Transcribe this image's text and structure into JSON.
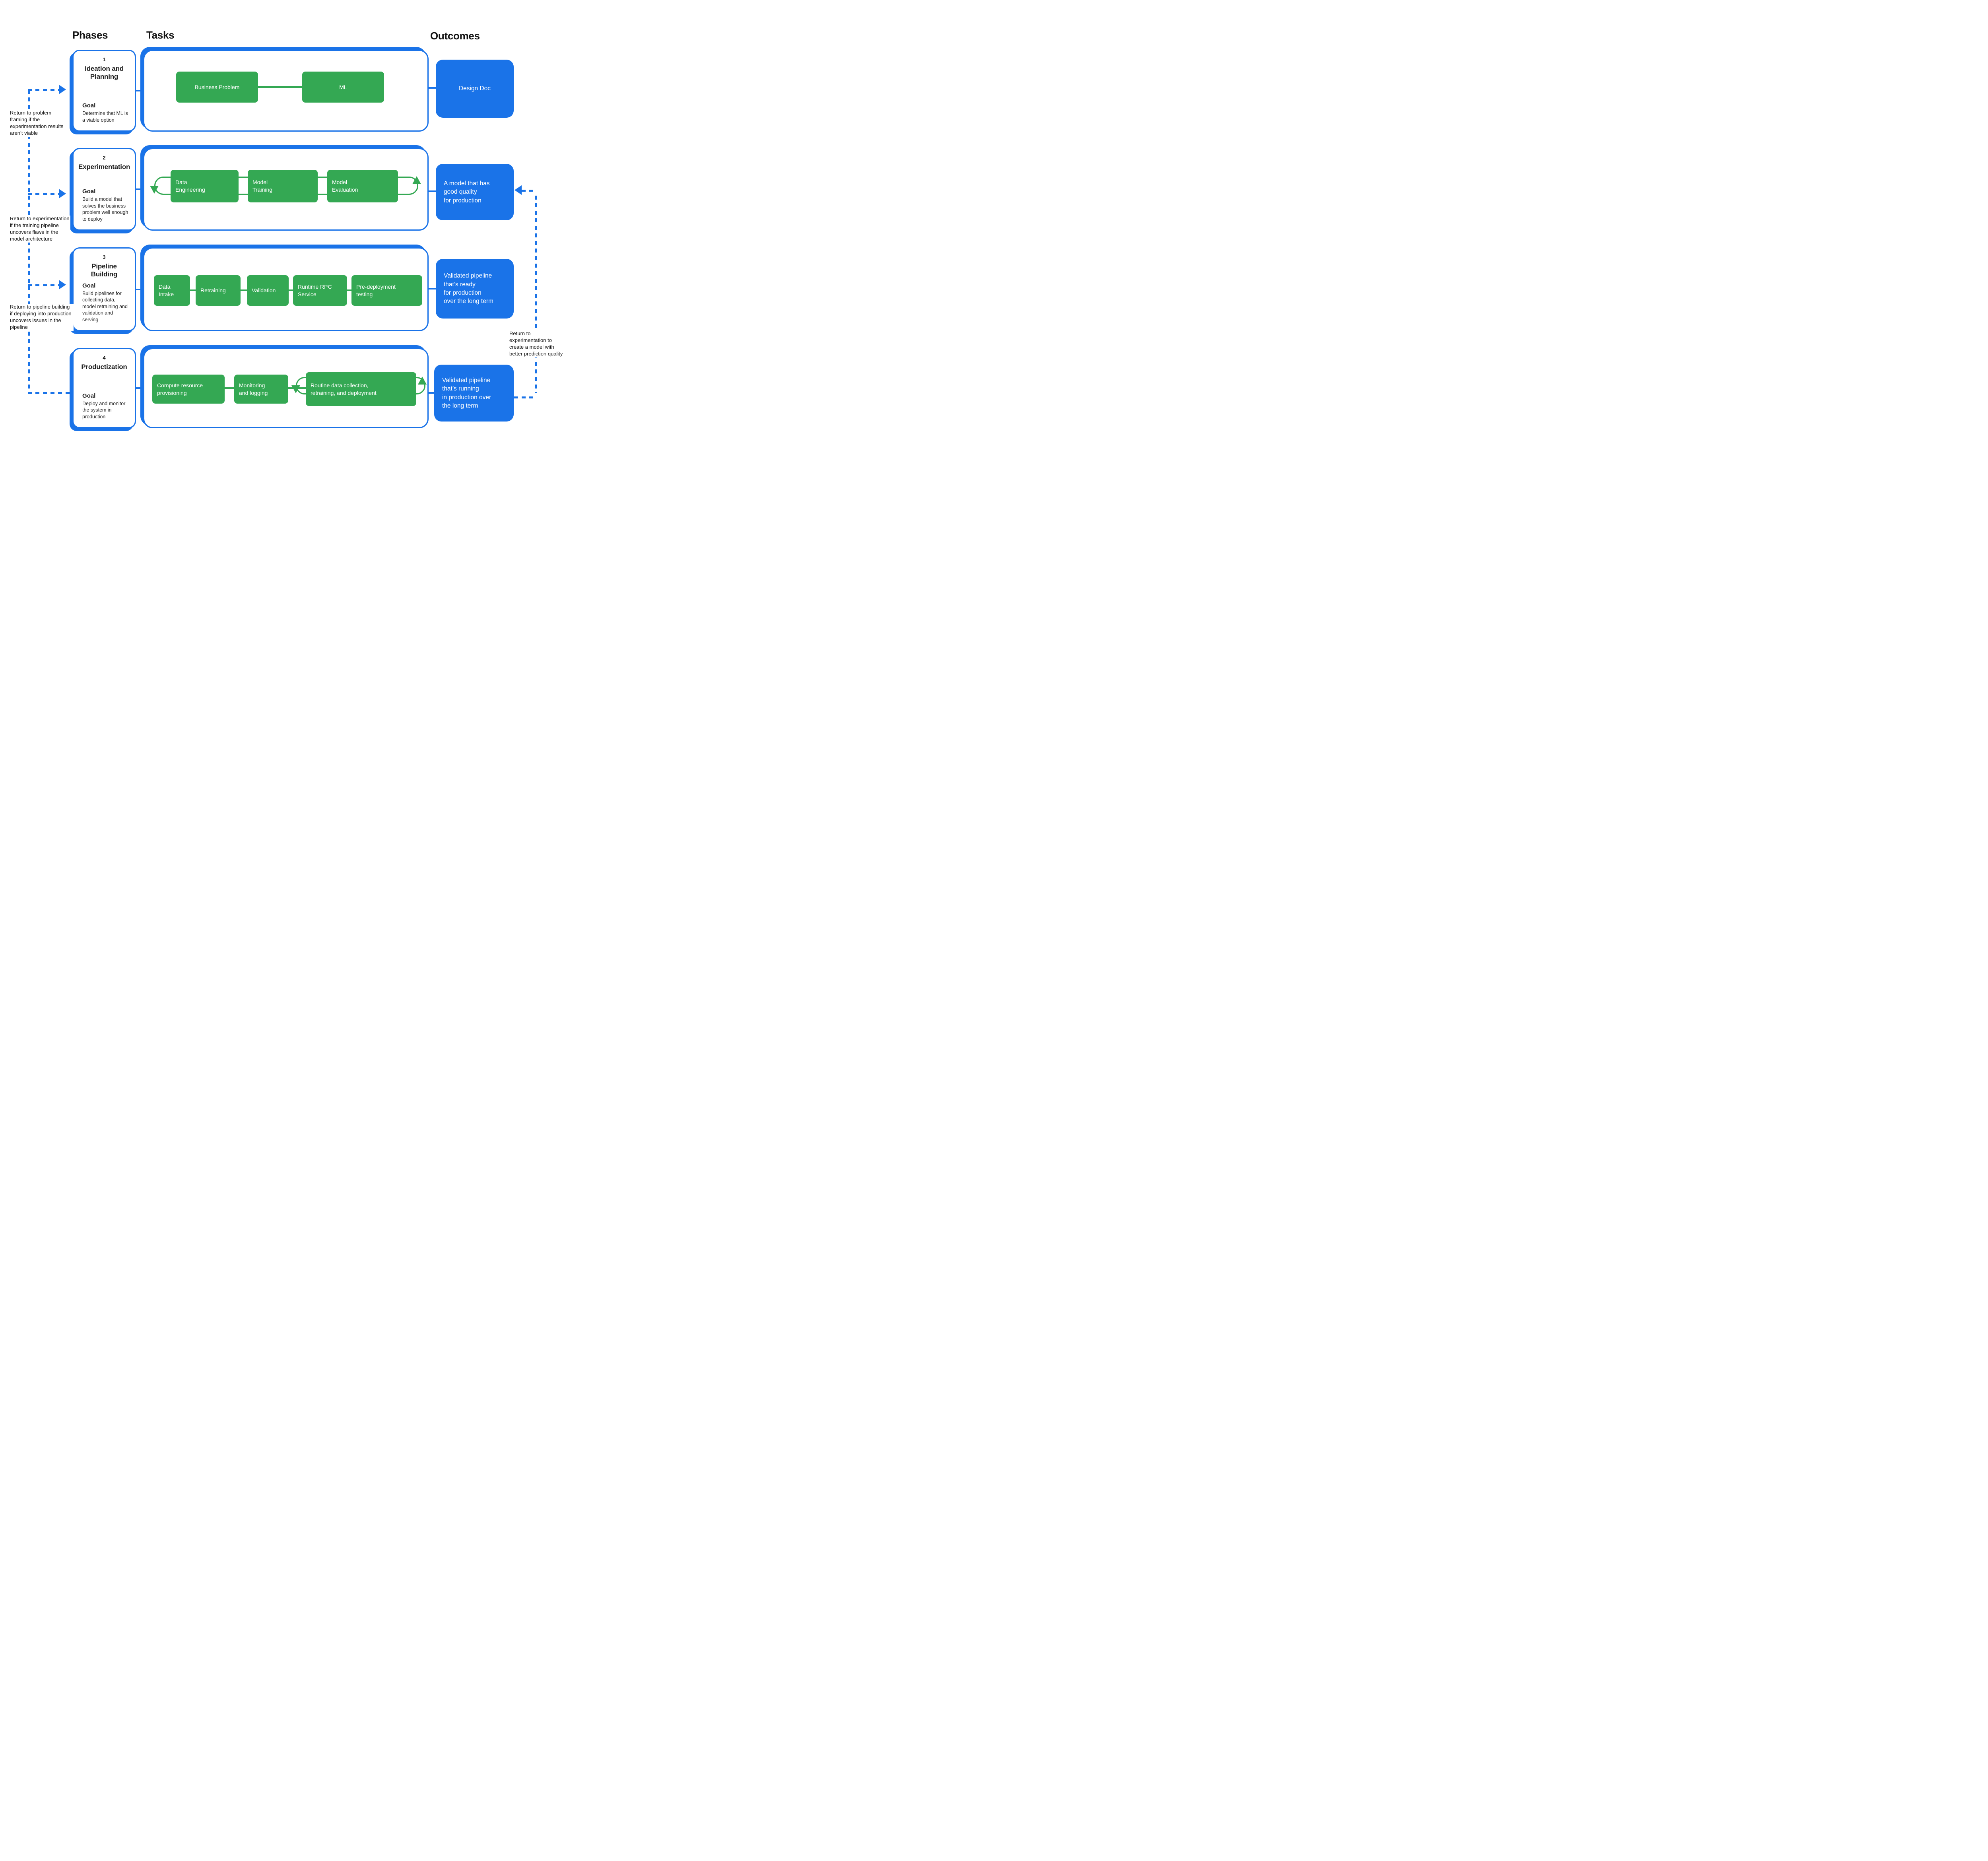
{
  "headers": {
    "phases": "Phases",
    "tasks": "Tasks",
    "outcomes": "Outcomes"
  },
  "colors": {
    "accent_blue": "#1a73e8",
    "task_green": "#34a853",
    "text": "#1f1f1f"
  },
  "phases": [
    {
      "number": "1",
      "title": "Ideation and Planning",
      "goal_label": "Goal",
      "goal": "Determine that ML is a viable option",
      "tasks": [
        "Business Problem",
        "ML"
      ],
      "outcome": "Design Doc"
    },
    {
      "number": "2",
      "title": "Experimentation",
      "goal_label": "Goal",
      "goal": "Build a model that solves the business problem well enough to deploy",
      "tasks": [
        "Data\nEngineering",
        "Model\nTraining",
        "Model\nEvaluation"
      ],
      "outcome": "A model that has\ngood quality\nfor production"
    },
    {
      "number": "3",
      "title": "Pipeline Building",
      "goal_label": "Goal",
      "goal": "Build pipelines for collecting data, model retraining and validation and serving",
      "tasks": [
        "Data\nIntake",
        "Retraining",
        "Validation",
        "Runtime RPC\nService",
        "Pre-deployment\ntesting"
      ],
      "outcome": "Validated pipeline\nthat’s ready\nfor production\nover the long term"
    },
    {
      "number": "4",
      "title": "Productization",
      "goal_label": "Goal",
      "goal": "Deploy and monitor the system in production",
      "tasks": [
        "Compute  resource\nprovisioning",
        "Monitoring\nand logging",
        "Routine data collection,\nretraining, and deployment"
      ],
      "outcome": "Validated pipeline\nthat’s running\nin production over\nthe long term"
    }
  ],
  "annotations": {
    "left": [
      "Return to problem framing if the experimentation results aren’t viable",
      "Return to experimentation if the training pipeline uncovers flaws in the model architecture",
      "Return to pipeline building if deploying into production uncovers issues in the pipeline"
    ],
    "right": "Return to experimentation to create a model with better prediction quality"
  }
}
